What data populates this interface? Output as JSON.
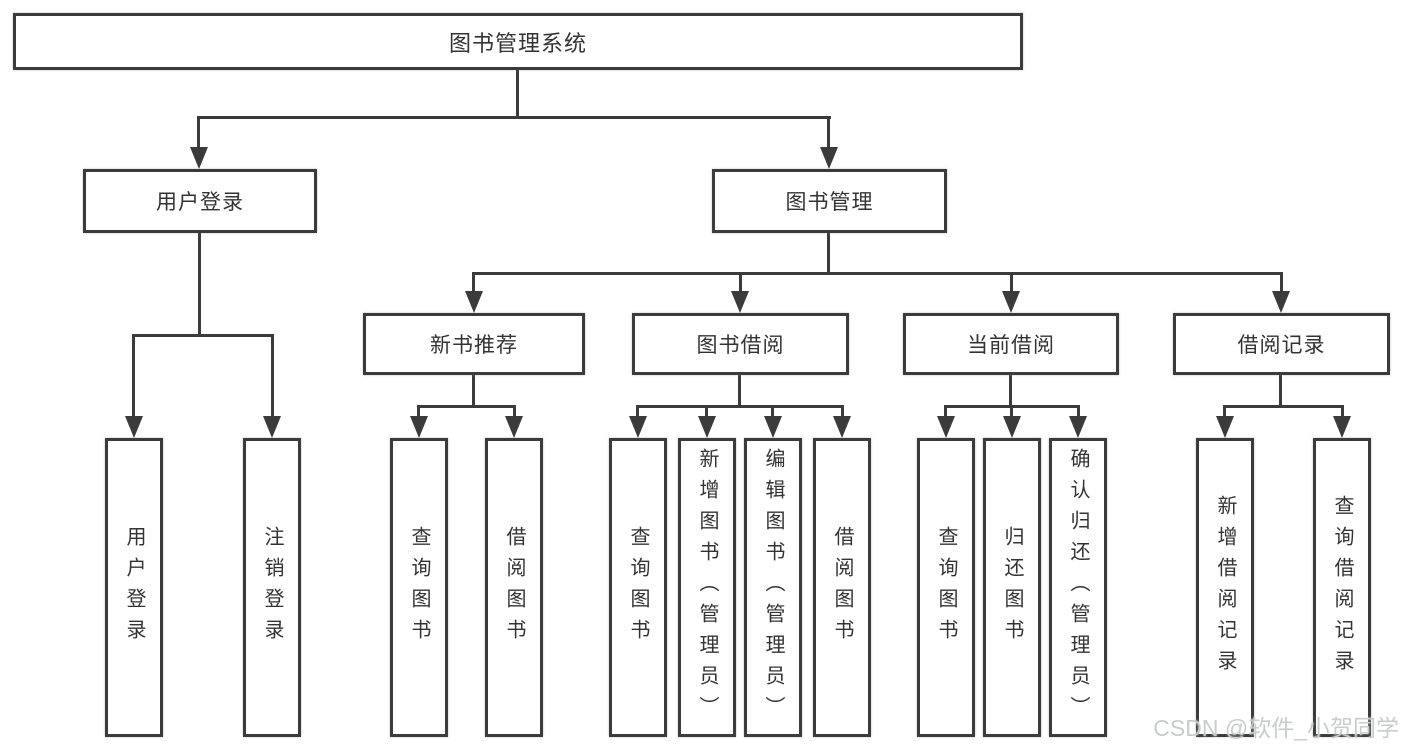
{
  "colors": {
    "line": "#3b3b3b",
    "text": "#333333",
    "background": "#ffffff",
    "watermark": "#c6c9c9"
  },
  "tree": {
    "root": "图书管理系统",
    "branches": [
      {
        "label": "用户登录",
        "children": [
          "用户登录",
          "注销登录"
        ]
      },
      {
        "label": "图书管理",
        "groups": [
          {
            "label": "新书推荐",
            "children": [
              "查询图书",
              "借阅图书"
            ]
          },
          {
            "label": "图书借阅",
            "children": [
              "查询图书",
              "新增图书（管理员）",
              "编辑图书（管理员）",
              "借阅图书"
            ]
          },
          {
            "label": "当前借阅",
            "children": [
              "查询图书",
              "归还图书",
              "确认归还（管理员）"
            ]
          },
          {
            "label": "借阅记录",
            "children": [
              "新增借阅记录",
              "查询借阅记录"
            ]
          }
        ]
      }
    ]
  },
  "watermark": {
    "text": "CSDN @软件_小贺同学"
  }
}
